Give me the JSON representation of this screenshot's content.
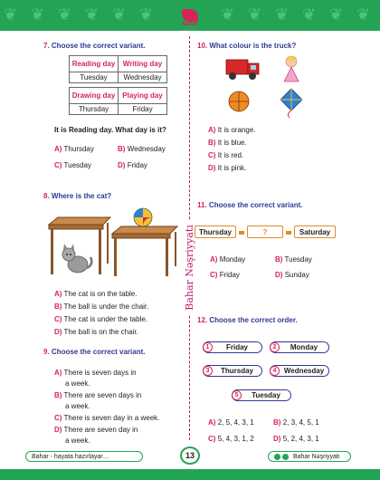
{
  "publisher": {
    "name": "Bahar",
    "sub": "Nəşriyyatı",
    "spine": "Bahar Nəşriyyatı"
  },
  "left": {
    "q7": {
      "num": "7.",
      "text": "Choose the correct variant.",
      "headers": [
        "Reading day",
        "Writing day",
        "Drawing day",
        "Playing day"
      ],
      "values": [
        "Tuesday",
        "Wednesday",
        "Thursday",
        "Friday"
      ],
      "question": "It is Reading day. What day is it?",
      "options": [
        {
          "l": "A)",
          "t": "Thursday"
        },
        {
          "l": "B)",
          "t": "Wednesday"
        },
        {
          "l": "C)",
          "t": "Tuesday"
        },
        {
          "l": "D)",
          "t": "Friday"
        }
      ]
    },
    "q8": {
      "num": "8.",
      "text": "Where is the cat?",
      "options": [
        {
          "l": "A)",
          "t": "The cat is on the table."
        },
        {
          "l": "B)",
          "t": "The ball is under the chair."
        },
        {
          "l": "C)",
          "t": "The cat is under the table."
        },
        {
          "l": "D)",
          "t": "The ball is on the chair."
        }
      ]
    },
    "q9": {
      "num": "9.",
      "text": "Choose the correct variant.",
      "options": [
        {
          "l": "A)",
          "t1": "There is seven days in",
          "t2": "a week."
        },
        {
          "l": "B)",
          "t1": "There are seven days in",
          "t2": "a week."
        },
        {
          "l": "C)",
          "t1": "There is seven day in a week.",
          "t2": ""
        },
        {
          "l": "D)",
          "t1": "There are seven day in",
          "t2": "a week."
        }
      ]
    }
  },
  "right": {
    "q10": {
      "num": "10.",
      "text": "What colour is the truck?",
      "options": [
        {
          "l": "A)",
          "t": "It is orange."
        },
        {
          "l": "B)",
          "t": "It is blue."
        },
        {
          "l": "C)",
          "t": "It is red."
        },
        {
          "l": "D)",
          "t": "It is pink."
        }
      ]
    },
    "q11": {
      "num": "11.",
      "text": "Choose the correct variant.",
      "first": "Thursday",
      "missing": "?",
      "last": "Saturday",
      "options": [
        {
          "l": "A)",
          "t": "Monday"
        },
        {
          "l": "B)",
          "t": "Tuesday"
        },
        {
          "l": "C)",
          "t": "Friday"
        },
        {
          "l": "D)",
          "t": "Sunday"
        }
      ]
    },
    "q12": {
      "num": "12.",
      "text": "Choose the correct order.",
      "items": [
        {
          "n": "1",
          "w": "Friday"
        },
        {
          "n": "2",
          "w": "Monday"
        },
        {
          "n": "3",
          "w": "Thursday"
        },
        {
          "n": "4",
          "w": "Wednesday"
        },
        {
          "n": "5",
          "w": "Tuesday"
        }
      ],
      "options": [
        {
          "l": "A)",
          "t": "2, 5, 4, 3, 1"
        },
        {
          "l": "B)",
          "t": "2, 3, 4, 5, 1"
        },
        {
          "l": "C)",
          "t": "5, 4, 3, 1, 2"
        },
        {
          "l": "D)",
          "t": "5, 2, 4, 3, 1"
        }
      ]
    }
  },
  "footer": {
    "left": "Bahar - hayata hazırlayar…",
    "page": "13",
    "right": "Bahar Nəşriyyatı"
  },
  "colors": {
    "green": "#23a455",
    "pink": "#d6245a",
    "navy": "#2e3a94",
    "orange": "#e48a22"
  }
}
